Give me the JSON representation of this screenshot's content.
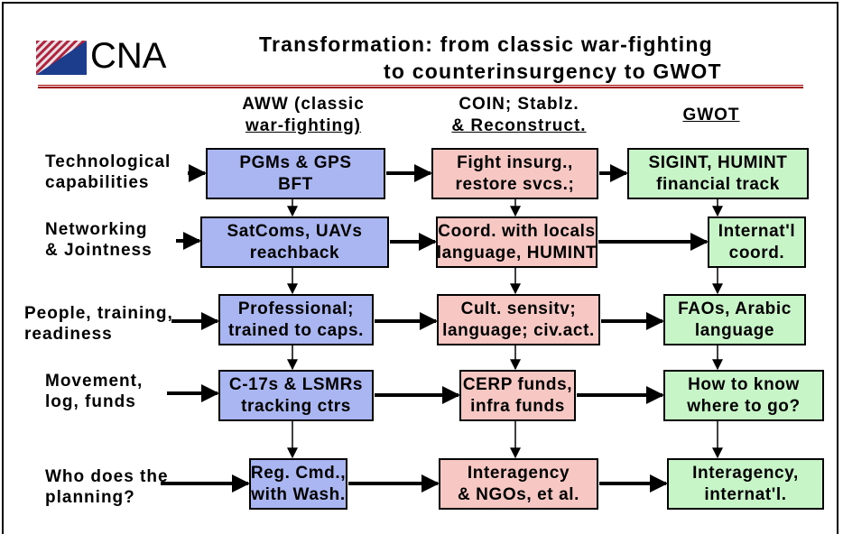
{
  "logo": {
    "text": "CNA"
  },
  "title": {
    "line1": "Transformation: from classic war-fighting",
    "line2": "to counterinsurgency to GWOT"
  },
  "columns": [
    {
      "line1": "AWW (classic",
      "line2": "war-fighting)"
    },
    {
      "line1": "COIN; Stablz.",
      "line2": "& Reconstruct."
    },
    {
      "line1": "GWOT",
      "line2": ""
    }
  ],
  "rows": [
    {
      "label": [
        "Technological",
        "capabilities"
      ],
      "boxes": [
        [
          "PGMs & GPS",
          "BFT"
        ],
        [
          "Fight insurg.,",
          "restore svcs.;"
        ],
        [
          "SIGINT, HUMINT",
          "financial track"
        ]
      ]
    },
    {
      "label": [
        "Networking",
        "& Jointness"
      ],
      "boxes": [
        [
          "SatComs, UAVs",
          "reachback"
        ],
        [
          "Coord. with locals",
          "language, HUMINT"
        ],
        [
          "Internat'l",
          "coord."
        ]
      ]
    },
    {
      "label": [
        "People, training,",
        "readiness"
      ],
      "boxes": [
        [
          "Professional;",
          "trained to caps."
        ],
        [
          "Cult. sensitv;",
          "language; civ.act."
        ],
        [
          "FAOs, Arabic",
          "language"
        ]
      ]
    },
    {
      "label": [
        "Movement,",
        "log, funds"
      ],
      "boxes": [
        [
          "C-17s & LSMRs",
          "tracking ctrs"
        ],
        [
          "CERP funds,",
          "infra funds"
        ],
        [
          "How to know",
          "where to go?"
        ]
      ]
    },
    {
      "label": [
        "Who does the",
        "planning?"
      ],
      "boxes": [
        [
          "Reg. Cmd.,",
          "with Wash."
        ],
        [
          "Interagency",
          "& NGOs, et al."
        ],
        [
          "Interagency,",
          "internat'l."
        ]
      ]
    }
  ],
  "colors": {
    "blue": "#aab6f2",
    "pink": "#f7c7c3",
    "green": "#c8f5c8",
    "rule": "#a00000"
  }
}
